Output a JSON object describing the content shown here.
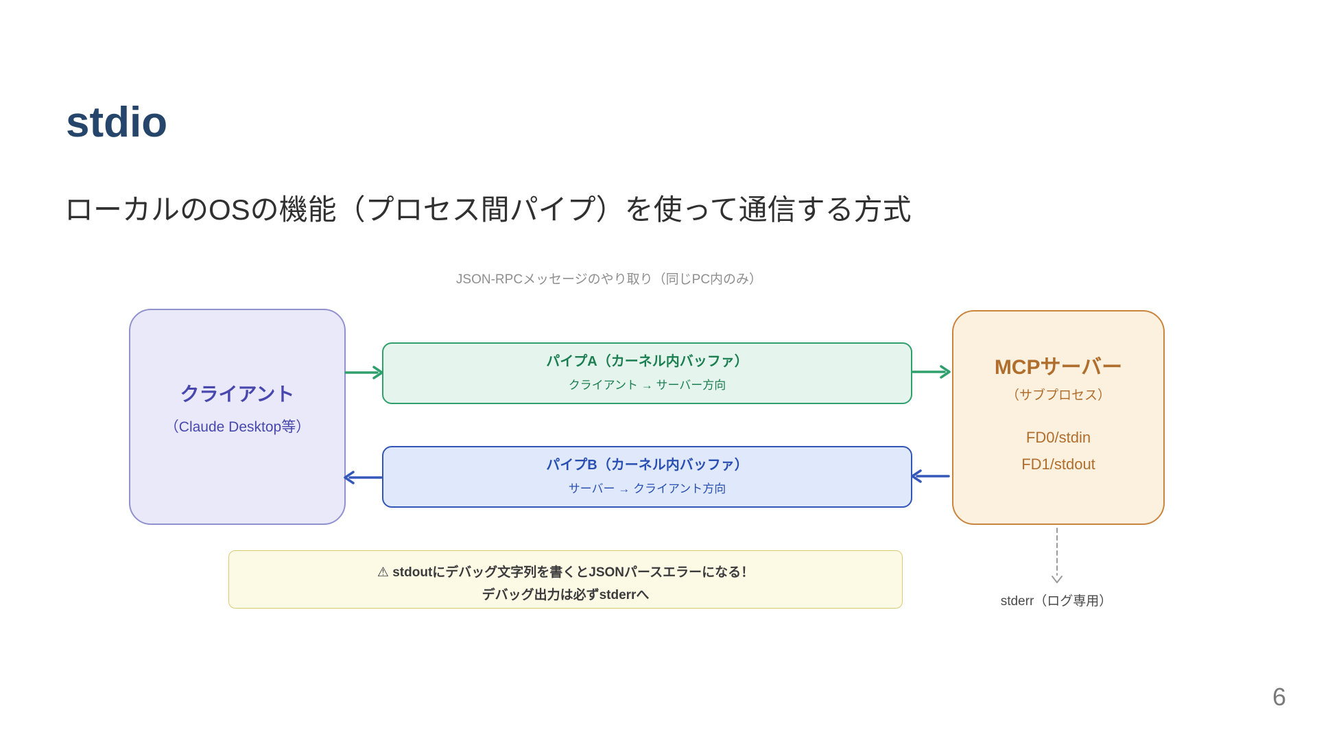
{
  "slide": {
    "title": "stdio",
    "subtitle": "ローカルのOSの機能（プロセス間パイプ）を使って通信する方式",
    "page_number": "6"
  },
  "diagram": {
    "top_label": "JSON-RPCメッセージのやり取り（同じPC内のみ）",
    "client_box": {
      "title": "クライアント",
      "subtitle": "（Claude Desktop等）"
    },
    "pipe_a_box": {
      "title": "パイプA（カーネル内バッファ）",
      "subtitle": "クライアント → サーバー方向"
    },
    "pipe_b_box": {
      "title": "パイプB（カーネル内バッファ）",
      "subtitle": "サーバー → クライアント方向"
    },
    "mcp_server_box": {
      "title": "MCPサーバー",
      "subtitle": "（サブプロセス）",
      "fd_lines": [
        "FD0/stdin",
        "FD1/stdout"
      ]
    },
    "warning_box": {
      "line1": "⚠ stdoutにデバッグ文字列を書くとJSONパースエラーになる！",
      "line2": "デバッグ出力は必ずstderrへ"
    },
    "stderr_label": "stderr（ログ専用）"
  },
  "colors": {
    "title_text": "#25456A",
    "body_text": "#303030",
    "muted_label": "#8F8F8F",
    "client_fill": "#E9E9F9",
    "client_border": "#9191CE",
    "client_text": "#4747AD",
    "pipe_a_fill": "#E5F4EC",
    "pipe_a_border": "#2FA06B",
    "pipe_a_text": "#1B7F52",
    "pipe_b_fill": "#DFE9FB",
    "pipe_b_border": "#3156B8",
    "pipe_b_text": "#2A4FB2",
    "server_fill": "#FCF0DF",
    "server_border": "#C9853E",
    "server_text": "#B06E2D",
    "warning_fill": "#FCF9E5",
    "warning_border": "#D9CB76",
    "warning_text": "#3B3B3B",
    "arrow_green": "#2FA06B",
    "arrow_blue": "#3457BA",
    "arrow_gray": "#9B9B9B"
  }
}
